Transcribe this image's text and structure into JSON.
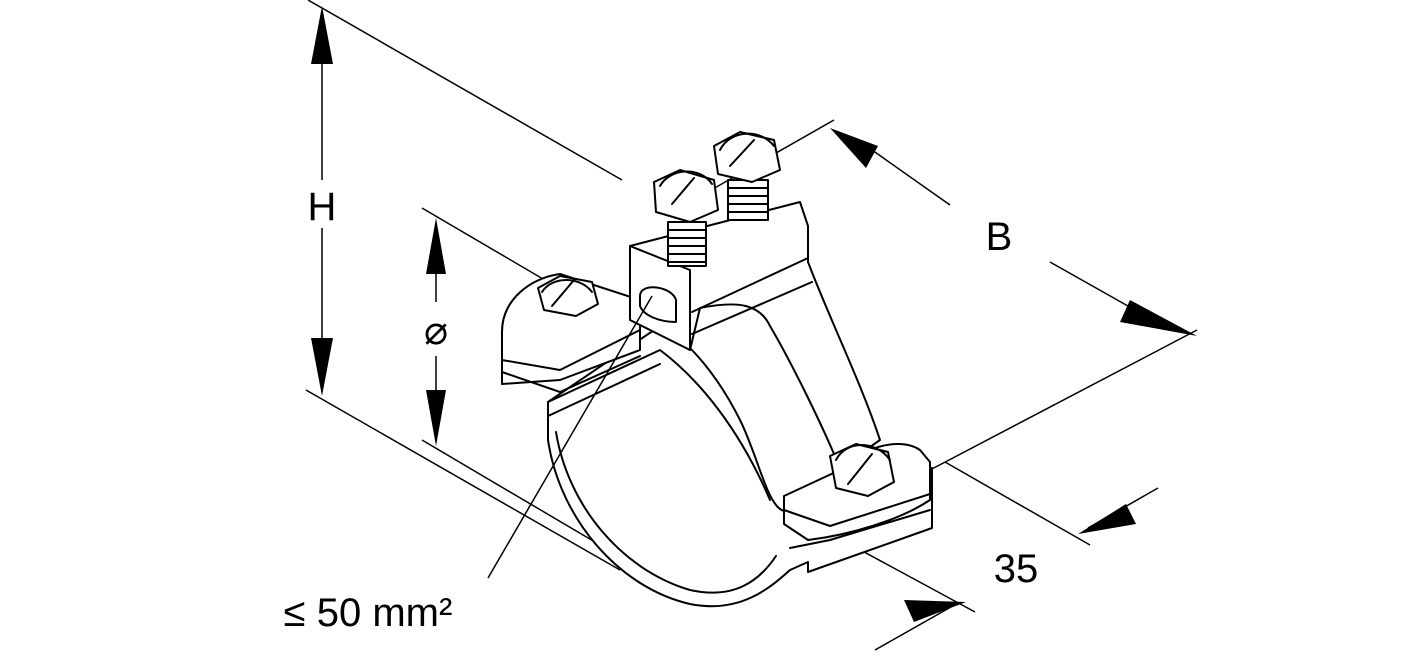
{
  "labels": {
    "height": "H",
    "width": "B",
    "diameter": "⌀",
    "depth": "35",
    "conductor": "≤ 50 mm²"
  },
  "colors": {
    "line": "#000000",
    "background": "#ffffff"
  }
}
